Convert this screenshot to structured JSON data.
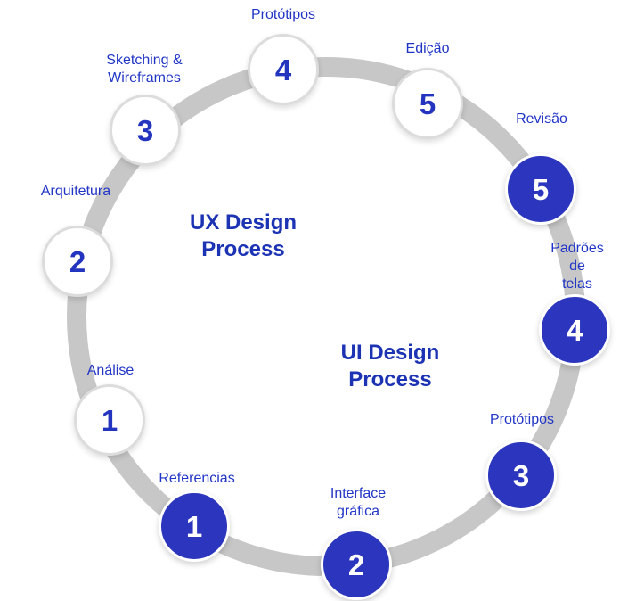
{
  "colors": {
    "background": "#FFFFFF",
    "ring_gray": "#C7C7C7",
    "circle_blue": "#2B35BD",
    "number_blue": "#2335BF",
    "label_blue": "#2135C6",
    "title_blue": "#1C33B4",
    "white_circle_border": "#DCDCDC"
  },
  "ux_process": {
    "title": "UX Design\nProcess",
    "steps": [
      {
        "number": "1",
        "label": "Análise"
      },
      {
        "number": "2",
        "label": "Arquitetura"
      },
      {
        "number": "3",
        "label": "Sketching &\nWireframes"
      },
      {
        "number": "4",
        "label": "Protótipos"
      },
      {
        "number": "5",
        "label": "Edição"
      }
    ]
  },
  "ui_process": {
    "title": "UI Design\nProcess",
    "steps": [
      {
        "number": "1",
        "label": "Referencias"
      },
      {
        "number": "2",
        "label": "Interface\ngráfica"
      },
      {
        "number": "3",
        "label": "Protótipos"
      },
      {
        "number": "4",
        "label": "Padrões de\ntelas"
      },
      {
        "number": "5",
        "label": "Revisão"
      }
    ]
  }
}
